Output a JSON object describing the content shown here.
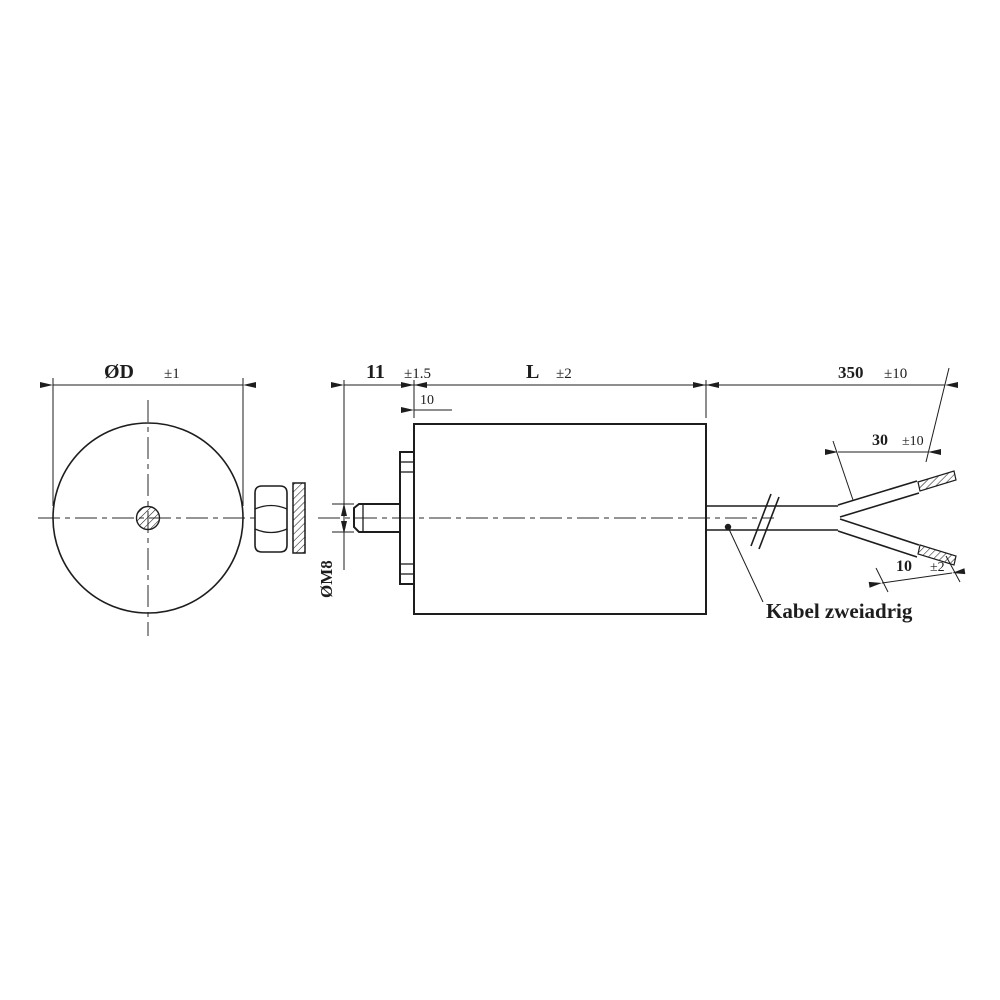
{
  "drawing": {
    "background": "#ffffff",
    "ink": "#1d1d1d",
    "labels": {
      "diameter_value": "ØD",
      "diameter_tol": "±1",
      "stud_length_value": "11",
      "stud_length_tol": "±1.5",
      "flange_dim": "10",
      "body_length_value": "L",
      "body_length_tol": "±2",
      "cable_length_value": "350",
      "cable_length_tol": "±10",
      "strip_length_value": "30",
      "strip_length_tol": "±10",
      "tip_length_value": "10",
      "tip_length_tol": "±2",
      "thread_label": "ØM8",
      "cable_note": "Kabel zweiadrig"
    }
  }
}
